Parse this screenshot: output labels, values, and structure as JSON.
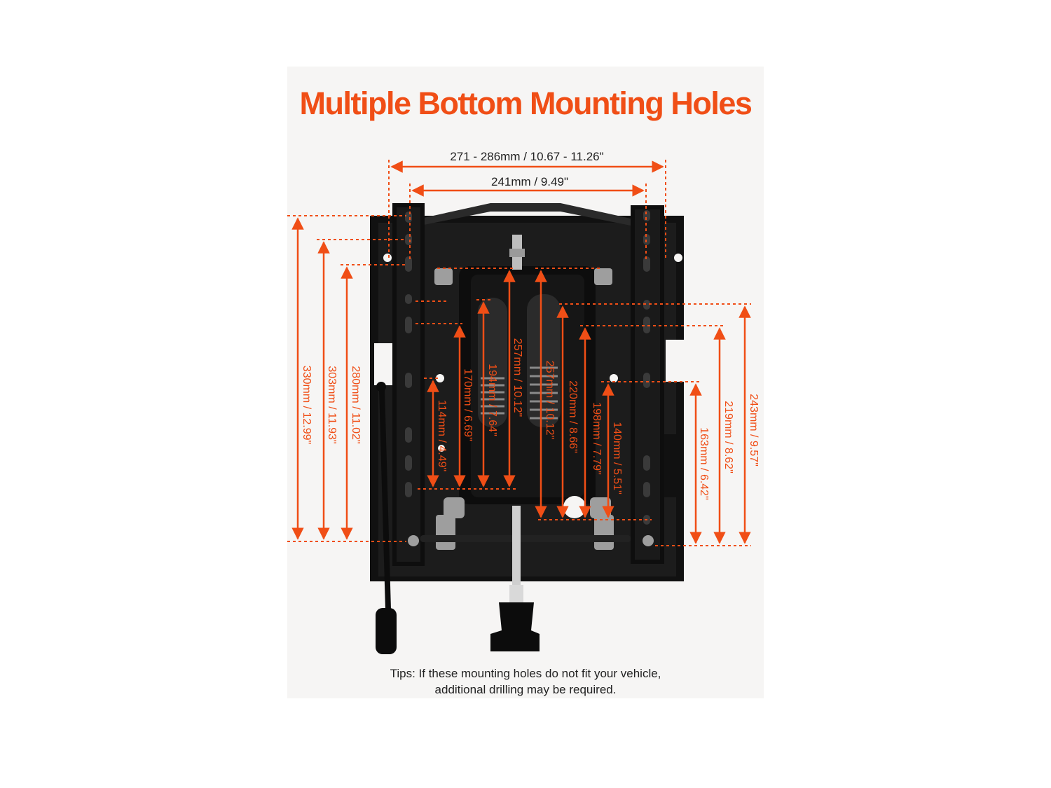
{
  "title": "Multiple Bottom Mounting Holes",
  "colors": {
    "accent": "#f04e16",
    "metal": "#141414",
    "background": "#f6f5f4"
  },
  "dimensions": {
    "outer_width": "271 - 286mm / 10.67 - 11.26\"",
    "inner_width": "241mm / 9.49\"",
    "h330": "330mm / 12.99\"",
    "h303": "303mm / 11.93\"",
    "h280": "280mm / 11.02\"",
    "h257a": "257mm / 10.12\"",
    "h194": "194mm / 7.64\"",
    "h170": "170mm / 6.69\"",
    "h114": "114mm / 4.49\"",
    "h257b": "257mm / 10.12\"",
    "h220": "220mm / 8.66\"",
    "h198": "198mm / 7.79\"",
    "h140": "140mm / 5.51\"",
    "h163": "163mm / 6.42\"",
    "h219": "219mm / 8.62\"",
    "h243": "243mm / 9.57\""
  },
  "tips": {
    "line1": "Tips: If these mounting holes do not fit your vehicle,",
    "line2": "additional drilling may be required."
  }
}
